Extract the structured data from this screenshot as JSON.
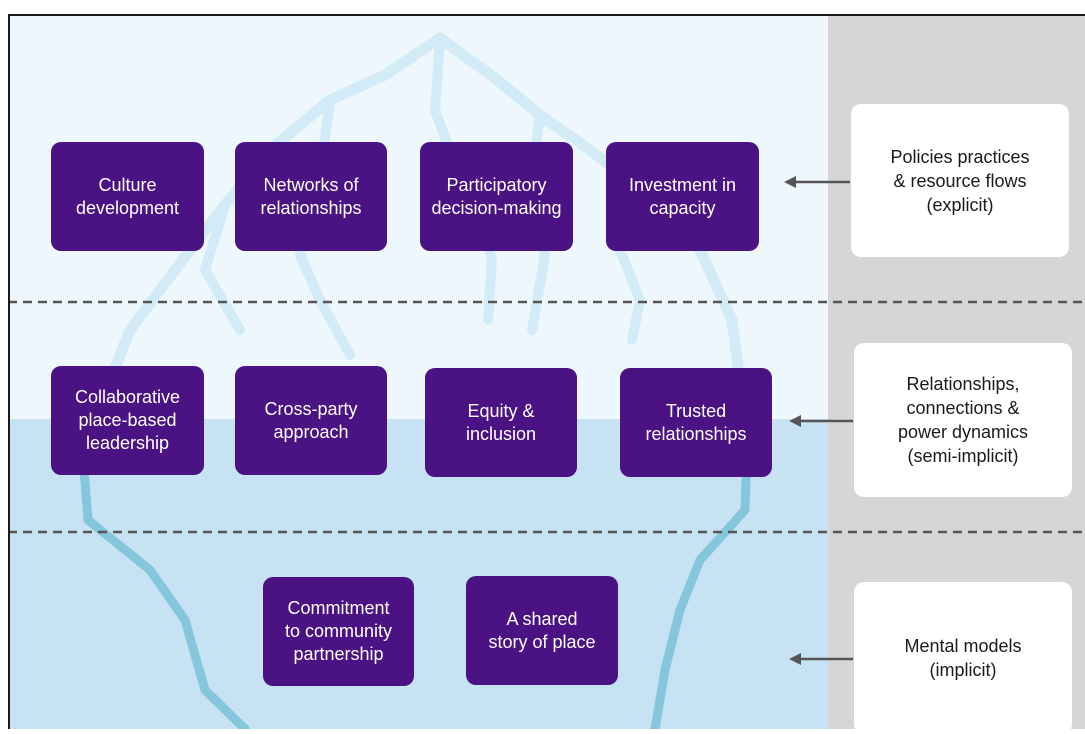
{
  "colors": {
    "top_band": "#eef7fc",
    "water": "#c7e3f3",
    "side_panel": "#d6d6d6",
    "box_fill": "#4a1282",
    "iceberg_above": "#d3ebf7",
    "iceberg_below": "#86c6dc",
    "divider": "#555555"
  },
  "levels": [
    {
      "boxes": [
        "Culture\ndevelopment",
        "Networks of\nrelationships",
        "Participatory\ndecision-making",
        "Investment in\ncapacity"
      ],
      "label": "Policies practices\n& resource flows\n(explicit)"
    },
    {
      "boxes": [
        "Collaborative\nplace-based\nleadership",
        "Cross-party\napproach",
        "Equity &\ninclusion",
        "Trusted\nrelationships"
      ],
      "label": "Relationships,\nconnections &\npower dynamics\n(semi-implicit)"
    },
    {
      "boxes": [
        "Commitment\nto community\npartnership",
        "A shared\nstory of place"
      ],
      "label": "Mental models\n(implicit)"
    }
  ]
}
